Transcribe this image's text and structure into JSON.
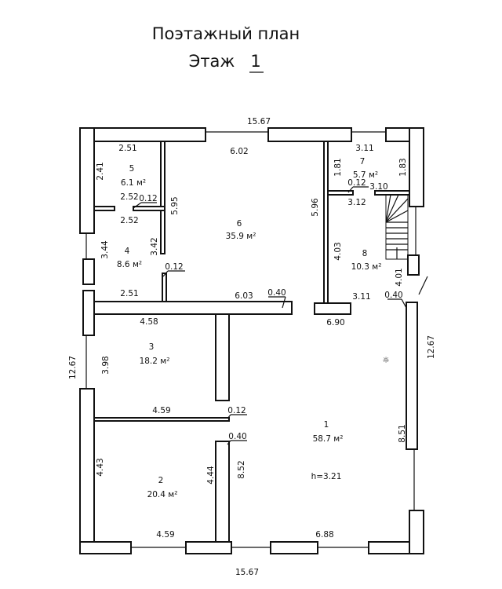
{
  "header": {
    "title": "Поэтажный план",
    "floor_label": "Этаж",
    "floor_number": "1"
  },
  "overall": {
    "width_top": "15.67",
    "width_bottom": "15.67",
    "height_left": "12.67",
    "height_right": "12.67"
  },
  "rooms": [
    {
      "number": "1",
      "area": "58.7 м²",
      "height": "h=3.21",
      "dims": [
        "6.90",
        "6.88",
        "8.51",
        "8.52"
      ]
    },
    {
      "number": "2",
      "area": "20.4 м²",
      "dims": [
        "4.59",
        "4.43",
        "4.44"
      ]
    },
    {
      "number": "3",
      "area": "18.2 м²",
      "dims": [
        "4.58",
        "3.98",
        "4.59"
      ]
    },
    {
      "number": "4",
      "area": "8.6 м²",
      "dims": [
        "2.52",
        "3.44",
        "3.42",
        "2.51"
      ]
    },
    {
      "number": "5",
      "area": "6.1 м²",
      "dims": [
        "2.51",
        "2.41",
        "2.52"
      ]
    },
    {
      "number": "6",
      "area": "35.9 м²",
      "dims": [
        "6.02",
        "5.95",
        "6.03",
        "5.96"
      ]
    },
    {
      "number": "7",
      "area": "5.7 м²",
      "dims": [
        "3.11",
        "1.81",
        "1.83",
        "3.10"
      ]
    },
    {
      "number": "8",
      "area": "10.3 м²",
      "dims": [
        "3.12",
        "4.03",
        "4.01",
        "3.11"
      ]
    }
  ],
  "wall_thickness": {
    "w1": "0.12",
    "w2": "0.12",
    "w3": "0.40",
    "w4": "0.12",
    "w5": "0.40",
    "w6": "0.12",
    "w7": "0.40"
  }
}
